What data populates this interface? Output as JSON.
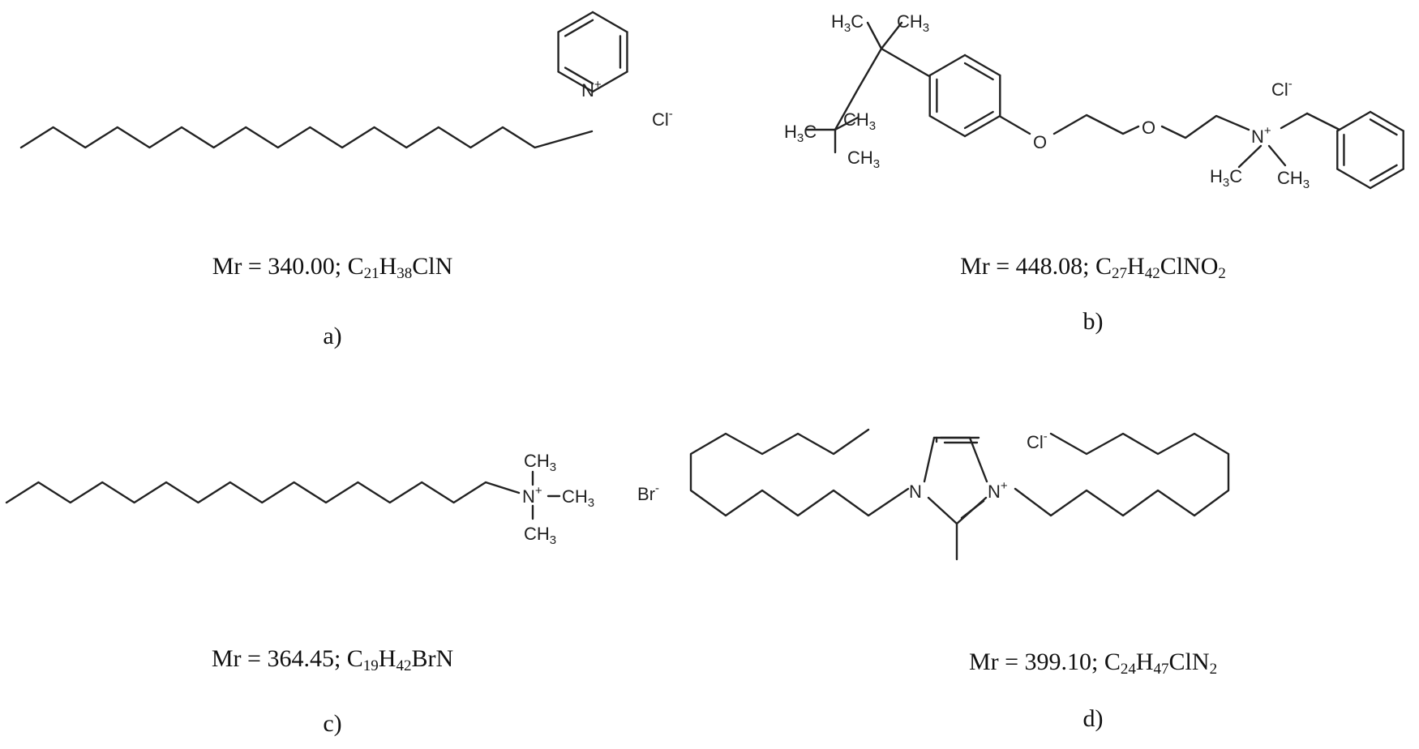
{
  "structures": [
    {
      "id": "a",
      "label": "a)",
      "mr": "Mr = 340.00;",
      "formula": [
        [
          "C",
          ""
        ],
        [
          "21",
          "sub"
        ],
        [
          "H",
          ""
        ],
        [
          "38",
          "sub"
        ],
        [
          "ClN",
          ""
        ]
      ],
      "counterion": "Cl",
      "counterion_charge": "-",
      "atoms": {
        "nitrogen": "N",
        "nitrogen_charge": "+"
      }
    },
    {
      "id": "b",
      "label": "b)",
      "mr": "Mr = 448.08;",
      "formula": [
        [
          "C",
          ""
        ],
        [
          "27",
          "sub"
        ],
        [
          "H",
          ""
        ],
        [
          "42",
          "sub"
        ],
        [
          "ClNO",
          ""
        ],
        [
          "2",
          "sub"
        ]
      ],
      "counterion": "Cl",
      "counterion_charge": "-",
      "atoms": {
        "methyl_a": "H3C",
        "methyl_b": "CH3",
        "methyl_c": "H3C",
        "methyl_d": "CH3",
        "methyl_e": "CH3",
        "oxygen_1": "O",
        "oxygen_2": "O",
        "nitrogen": "N",
        "nitrogen_charge": "+",
        "n_methyl_1": "H3C",
        "n_methyl_2": "CH3"
      }
    },
    {
      "id": "c",
      "label": "c)",
      "mr": "Mr = 364.45;",
      "formula": [
        [
          "C",
          ""
        ],
        [
          "19",
          "sub"
        ],
        [
          "H",
          ""
        ],
        [
          "42",
          "sub"
        ],
        [
          "BrN",
          ""
        ]
      ],
      "counterion": "Br",
      "counterion_charge": "-",
      "atoms": {
        "nitrogen": "N",
        "nitrogen_charge": "+",
        "methyl_top": "CH3",
        "methyl_right": "CH3",
        "methyl_bottom": "CH3"
      }
    },
    {
      "id": "d",
      "label": "d)",
      "mr": "Mr = 399.10;",
      "formula": [
        [
          "C",
          ""
        ],
        [
          "24",
          "sub"
        ],
        [
          "H",
          ""
        ],
        [
          "47",
          "sub"
        ],
        [
          "ClN",
          ""
        ],
        [
          "2",
          "sub"
        ]
      ],
      "counterion": "Cl",
      "counterion_charge": "-",
      "atoms": {
        "nitrogen_1": "N",
        "nitrogen_2": "N",
        "nitrogen_charge": "+"
      }
    }
  ]
}
